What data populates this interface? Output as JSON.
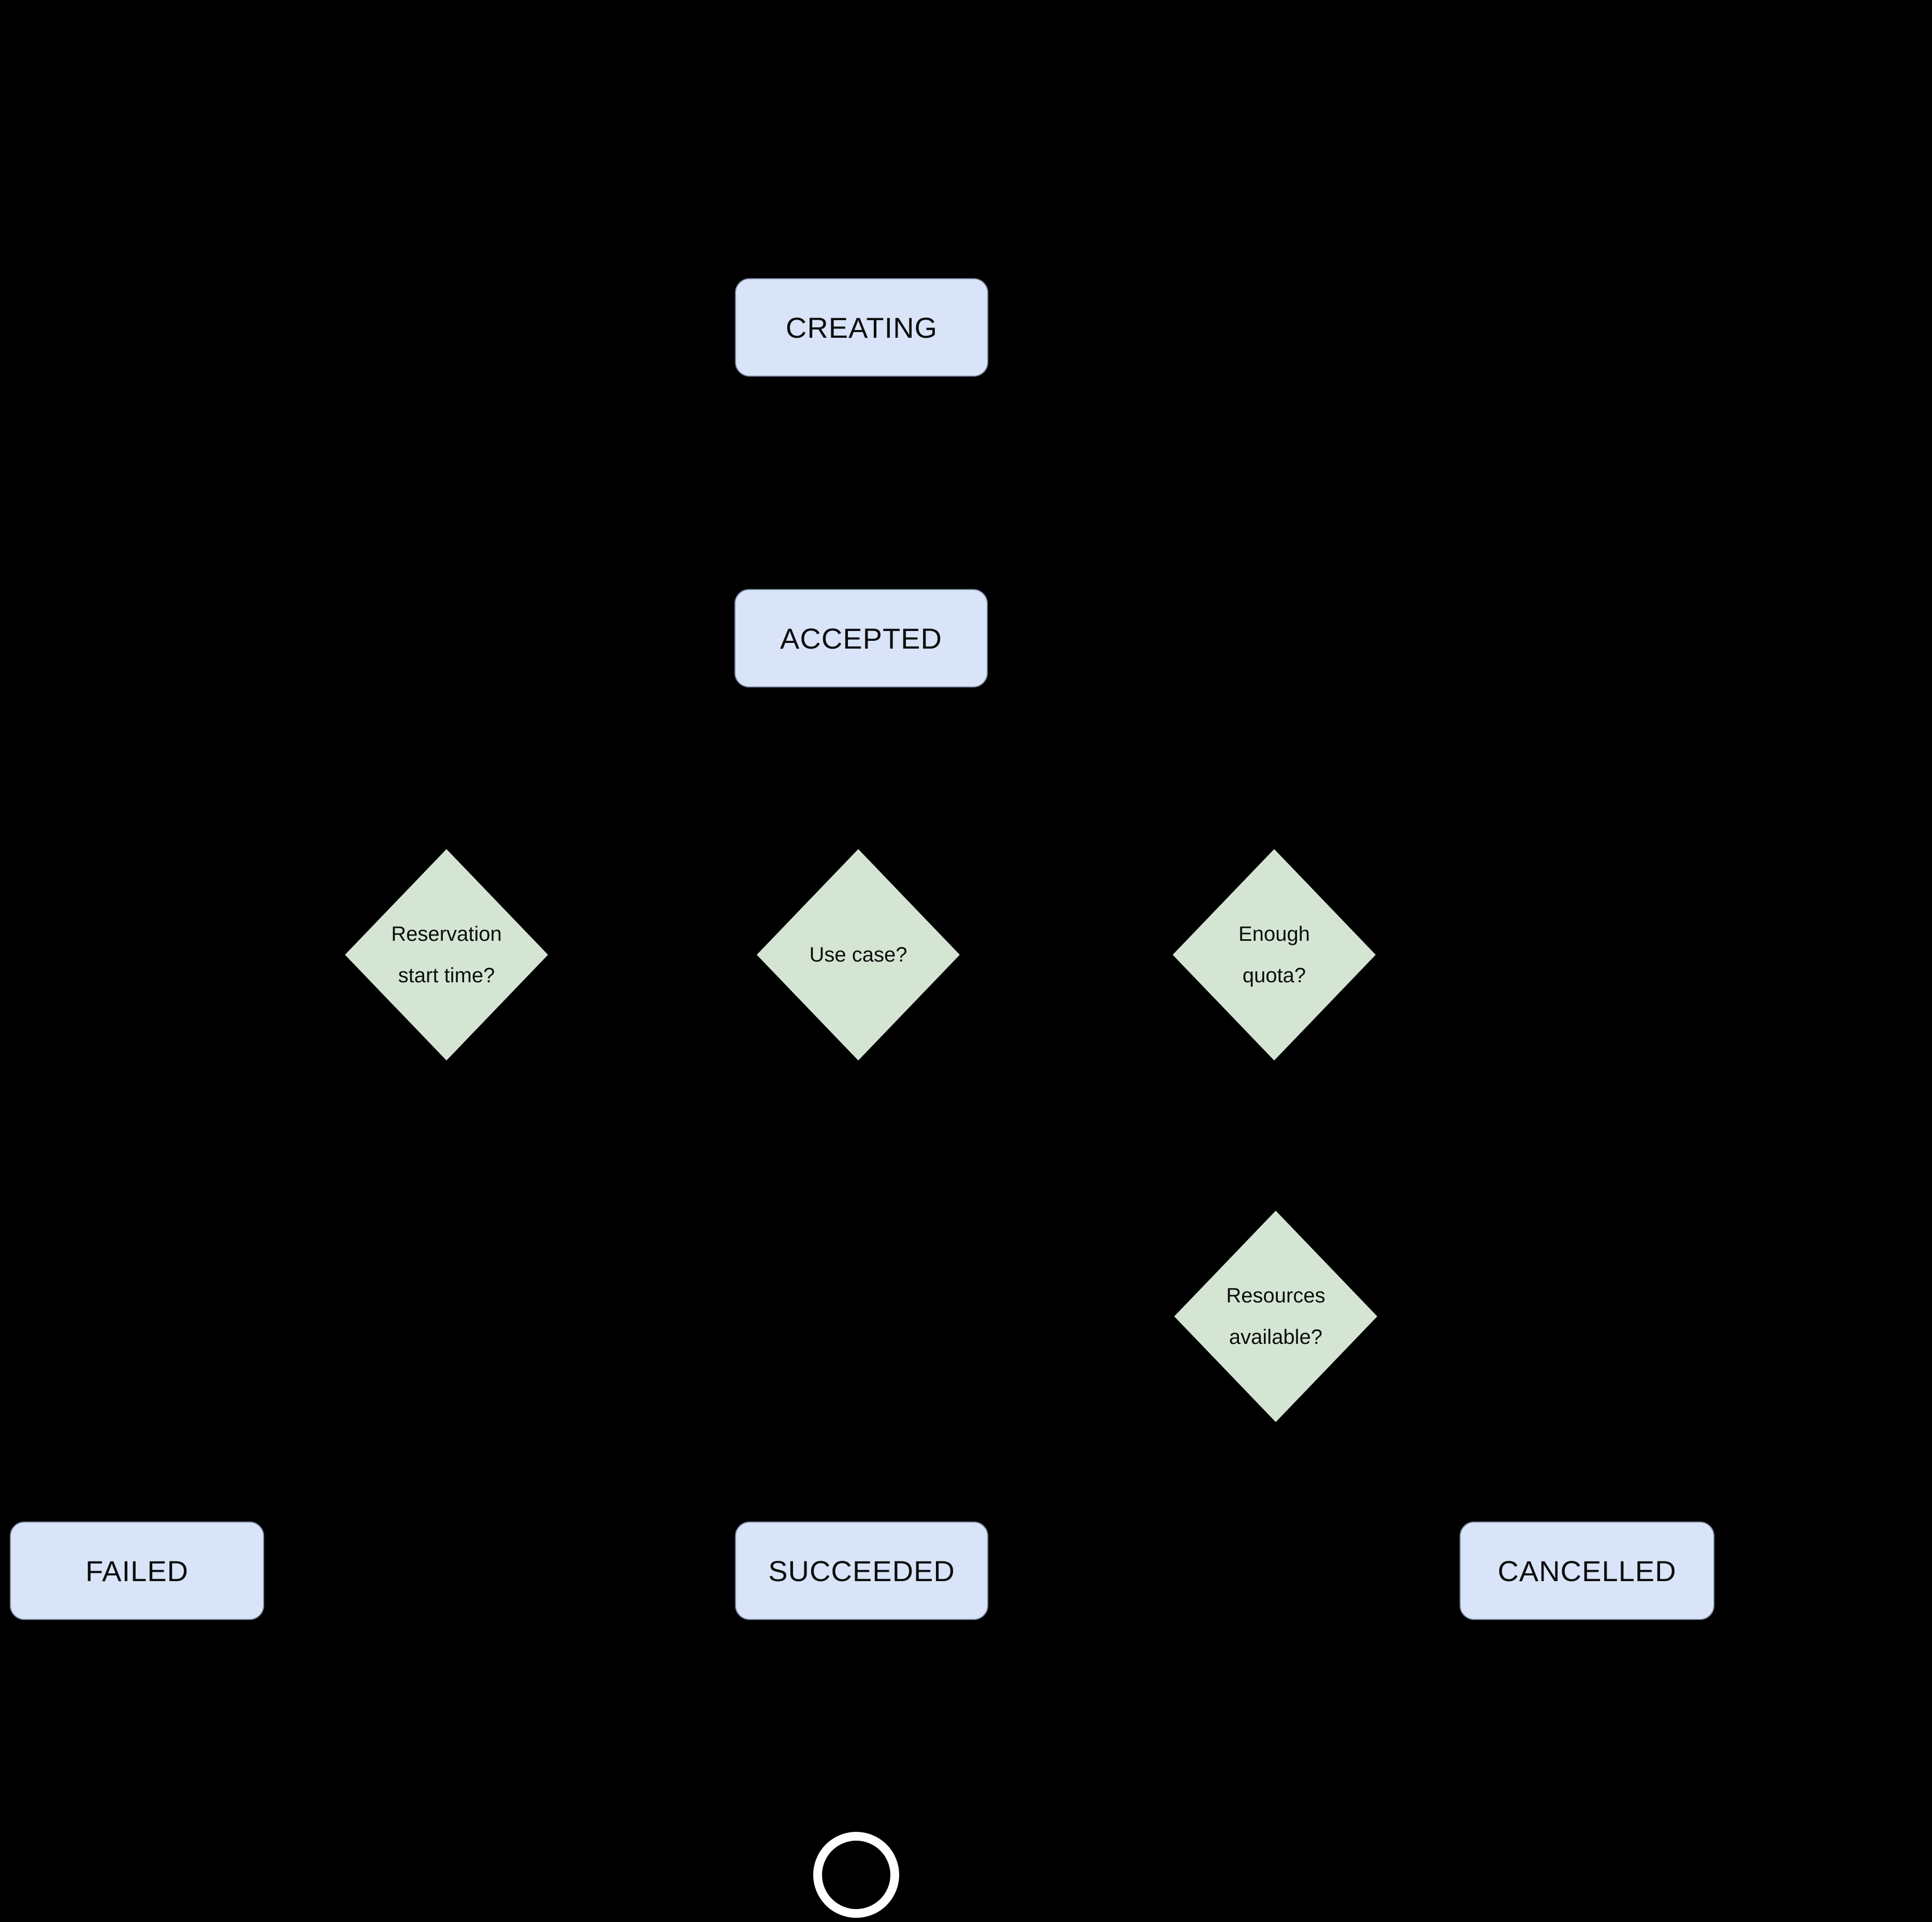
{
  "theme": {
    "background": "#000000",
    "state_fill": "#d9e4f8",
    "state_border": "#7b8ba3",
    "decision_fill": "#d4e6d3",
    "text_color": "#0d0d0d",
    "end_ring_color": "#ffffff"
  },
  "diagram": {
    "type": "state-flowchart",
    "states": {
      "creating": {
        "label": "CREATING"
      },
      "accepted": {
        "label": "ACCEPTED"
      },
      "failed": {
        "label": "FAILED"
      },
      "succeeded": {
        "label": "SUCCEEDED"
      },
      "cancelled": {
        "label": "CANCELLED"
      }
    },
    "decisions": {
      "reservation_start_time": {
        "line1": "Reservation",
        "line2": "start time?"
      },
      "use_case": {
        "line1": "Use case?"
      },
      "enough_quota": {
        "line1": "Enough",
        "line2": "quota?"
      },
      "resources_available": {
        "line1": "Resources",
        "line2": "available?"
      }
    },
    "end_marker": {
      "shape": "final-state-circle"
    }
  }
}
